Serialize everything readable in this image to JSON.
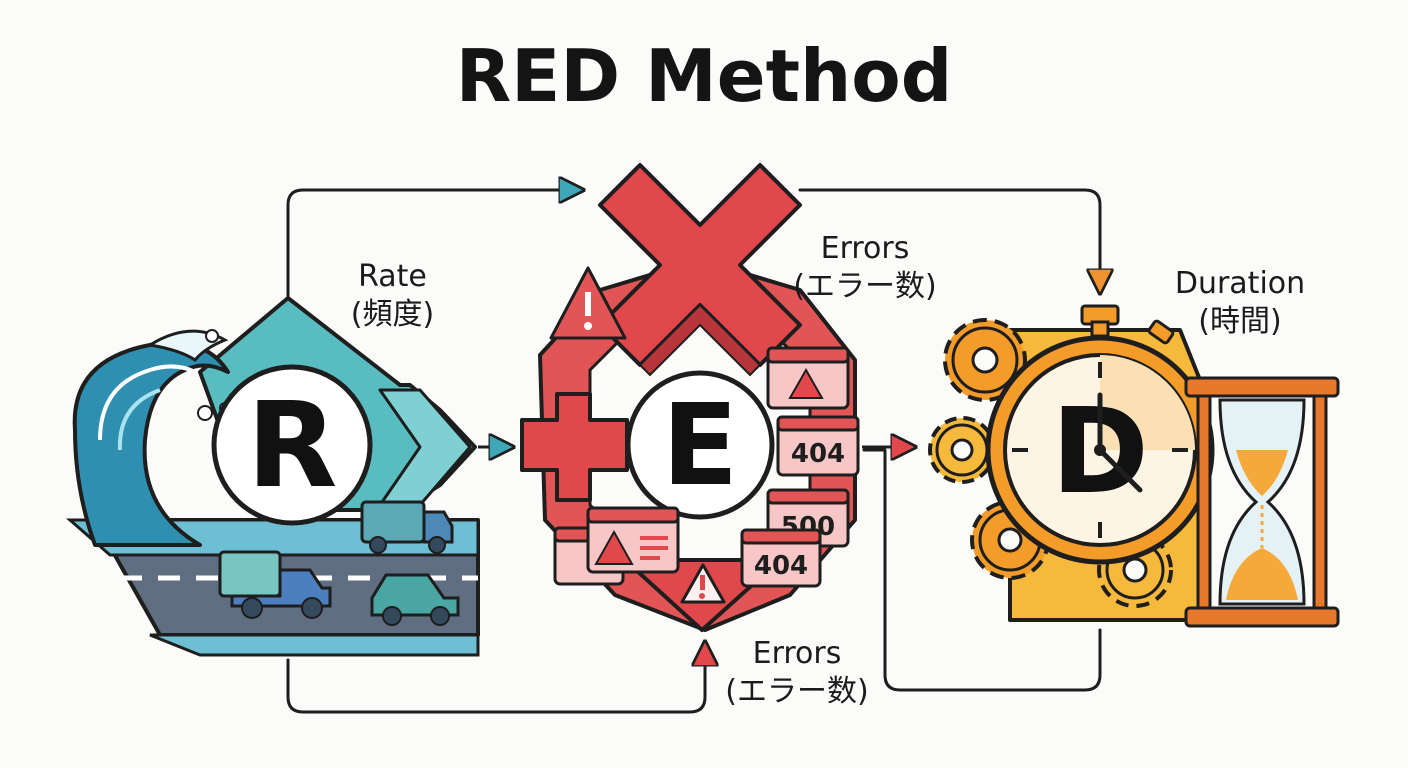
{
  "title": "RED Method",
  "rate": {
    "letter": "R",
    "name": "Rate",
    "jp": "(頻度)"
  },
  "errors": {
    "letter": "E",
    "name": "Errors",
    "jp": "(エラー数)"
  },
  "errors_bottom": {
    "name": "Errors",
    "jp": "(エラー数)"
  },
  "duration": {
    "letter": "D",
    "name": "Duration",
    "jp": "(時間)"
  },
  "error_codes": [
    "404",
    "500",
    "404"
  ],
  "colors": {
    "rate": "#3ea7b8",
    "errors": "#e0484b",
    "duration": "#f0922f",
    "outline": "#1e1e1e"
  }
}
